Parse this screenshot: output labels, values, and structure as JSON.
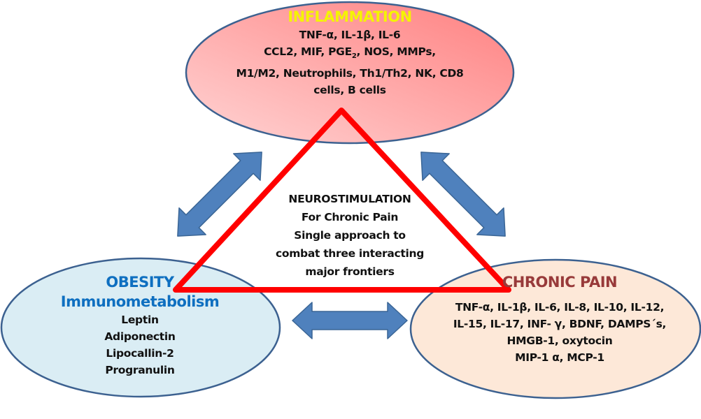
{
  "colors": {
    "inflammation_fill_start": "#ffd0d0",
    "inflammation_fill_end": "#ff8a8a",
    "obesity_fill": "#daedf4",
    "chronic_fill": "#fde8d8",
    "ellipse_stroke": "#3c6190",
    "triangle_stroke": "#ff0000",
    "arrow_fill": "#4f81bd",
    "arrow_stroke": "#3a6595",
    "inflammation_title": "#f4f400",
    "obesity_title": "#0e6fc0",
    "chronic_title": "#983a3a"
  },
  "inflammation": {
    "title": "INFLAMMATION",
    "lines": [
      "TNF-α, IL-1β, IL-6",
      "CCL2, MIF,  PGE",
      "M1/M2, Neutrophils, Th1/Th2, NK, CD8",
      "cells, B cells"
    ],
    "pge_subscript": "2",
    "line2_suffix": ", NOS, MMPs,"
  },
  "obesity": {
    "title": "OBESITY",
    "subtitle": "Immunometabolism",
    "items": [
      "Leptin",
      "Adiponectin",
      "Lipocallin-2",
      "Progranulin"
    ]
  },
  "chronic_pain": {
    "title": "CHRONIC PAIN",
    "lines": [
      "TNF-α, IL-1β, IL-6, IL-8, IL-10, IL-12,",
      "IL-15, IL-17, INF- γ, BDNF, DAMPS´s,",
      "HMGB-1, oxytocin",
      "MIP-1 α, MCP-1"
    ]
  },
  "center": {
    "lines": [
      "NEUROSTIMULATION",
      "For Chronic Pain",
      "Single approach to",
      "combat three  interacting",
      "major frontiers"
    ]
  },
  "arrows": [
    {
      "name": "inflammation-obesity",
      "type": "bidirectional"
    },
    {
      "name": "inflammation-chronic-pain",
      "type": "bidirectional"
    },
    {
      "name": "obesity-chronic-pain",
      "type": "bidirectional"
    }
  ]
}
